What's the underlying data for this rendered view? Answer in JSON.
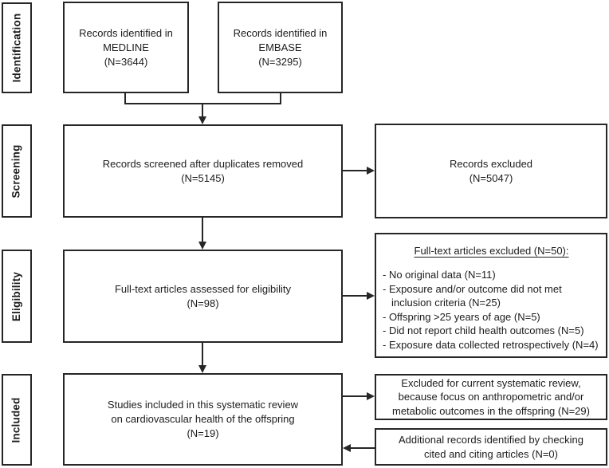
{
  "sidebar": {
    "labels": [
      "Identification",
      "Screening",
      "Eligibility",
      "Included"
    ]
  },
  "boxes": {
    "medline": {
      "lines": [
        "Records identified in",
        "MEDLINE",
        "(N=3644)"
      ]
    },
    "embase": {
      "lines": [
        "Records identified in",
        "EMBASE",
        "(N=3295)"
      ]
    },
    "screened": {
      "lines": [
        "Records screened after duplicates removed",
        "(N=5145)"
      ]
    },
    "records_excluded": {
      "lines": [
        "Records excluded",
        "(N=5047)"
      ]
    },
    "fulltext_assessed": {
      "lines": [
        "Full-text articles assessed for eligibility",
        "(N=98)"
      ]
    },
    "fulltext_excluded": {
      "title": "Full-text articles excluded (N=50):",
      "items": [
        "- No original data (N=11)",
        "- Exposure and/or outcome did not met inclusion criteria (N=25)",
        "- Offspring >25 years of age (N=5)",
        "- Did not report child health outcomes (N=5)",
        "- Exposure data collected retrospectively (N=4)"
      ]
    },
    "included_studies": {
      "lines": [
        "Studies included in this systematic review",
        "on cardiovascular health of the offspring",
        "(N=19)"
      ]
    },
    "excluded_current": {
      "lines": [
        "Excluded for current systematic review,",
        "because focus on anthropometric and/or",
        "metabolic outcomes in the offspring (N=29)"
      ]
    },
    "additional_records": {
      "lines": [
        "Additional records identified by checking",
        "cited and citing articles (N=0)"
      ]
    }
  },
  "colors": {
    "border": "#262626",
    "text": "#1c1c1c",
    "background": "#ffffff"
  }
}
